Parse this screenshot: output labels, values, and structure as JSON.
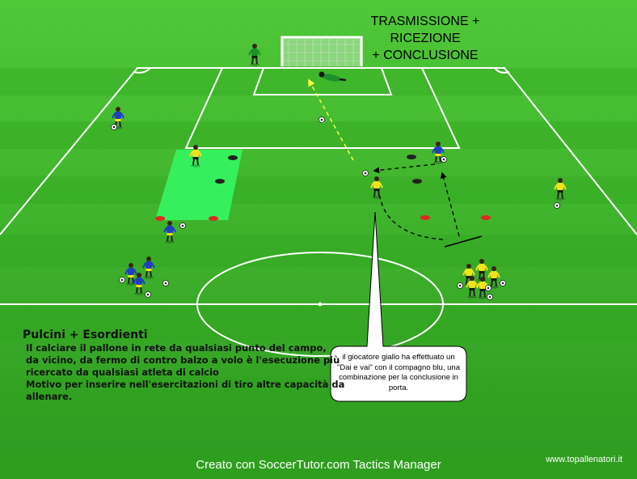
{
  "title_lines": [
    "TRASMISSIONE +",
    "RICEZIONE",
    "+ CONCLUSIONE"
  ],
  "notes": {
    "heading": "Pulcini + Esordienti",
    "lines": [
      "Il calciare il pallone in rete da qualsiasi punto del campo,",
      "da vicino, da fermo di contro balzo a volo è l'esecuzione più",
      "ricercato da qualsiasi atleta di calcio",
      "Motivo per inserire nell'esercitazioni di tiro altre capacità da",
      "allenare."
    ]
  },
  "callout": "il giocatore giallo ha effettuato un \"Dai e vai\" con il compagno blu, una combinazione per la conclusione in porta.",
  "footer": "Creato con SoccerTutor.com Tactics Manager",
  "site": "www.topallenatori.it",
  "colors": {
    "grass_light": "#3fbd2a",
    "grass_dark": "#2ea31e",
    "zone": "#2ff25a",
    "team_yellow": "#f2e21e",
    "team_blue": "#1f3fc0",
    "cone_red": "#e0281e",
    "cone_black": "#222222",
    "pass_line": "#ffff44"
  }
}
